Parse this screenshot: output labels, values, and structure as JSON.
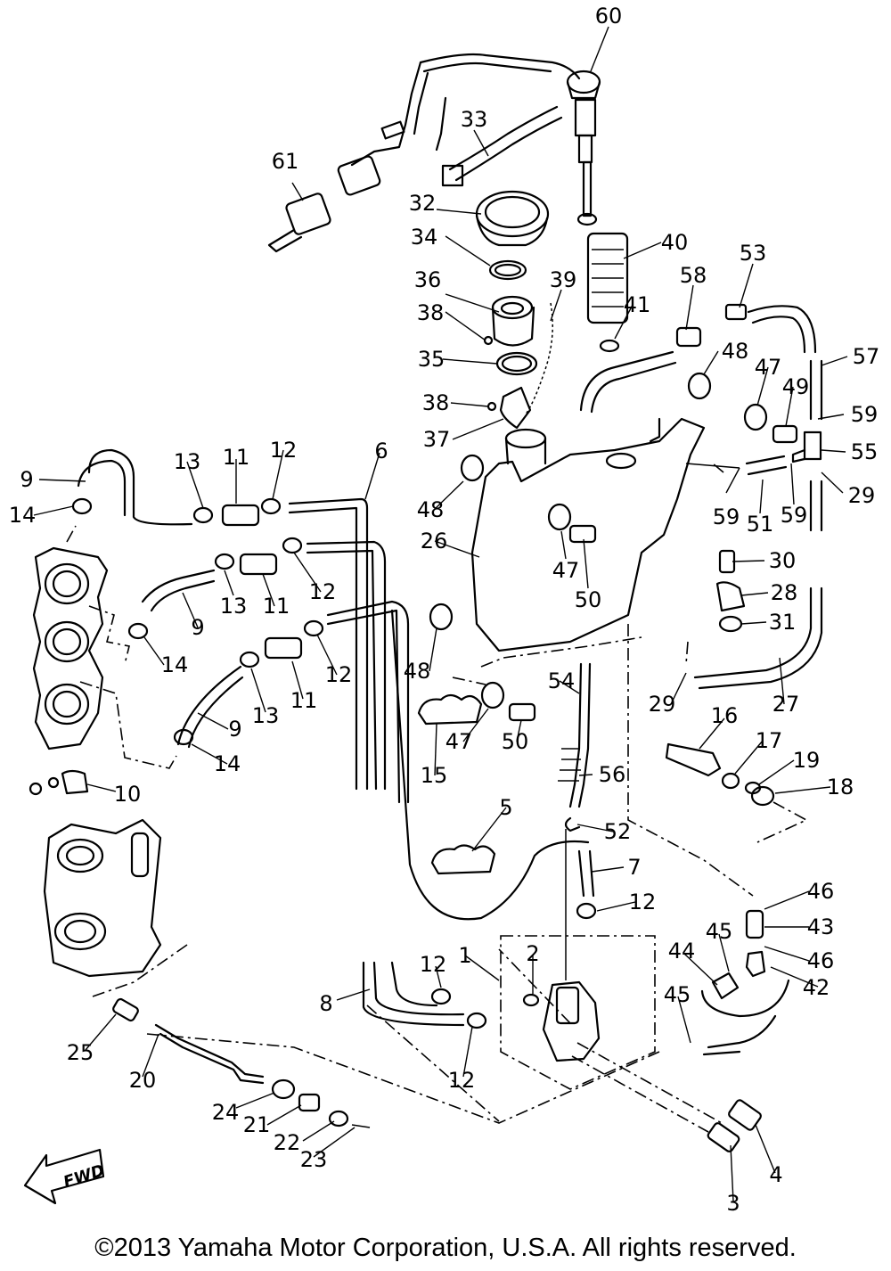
{
  "callouts": [
    {
      "id": "c60",
      "text": "60"
    },
    {
      "id": "c33",
      "text": "33"
    },
    {
      "id": "c61",
      "text": "61"
    },
    {
      "id": "c32",
      "text": "32"
    },
    {
      "id": "c34",
      "text": "34"
    },
    {
      "id": "c40",
      "text": "40"
    },
    {
      "id": "c53",
      "text": "53"
    },
    {
      "id": "c36",
      "text": "36"
    },
    {
      "id": "c39",
      "text": "39"
    },
    {
      "id": "c58",
      "text": "58"
    },
    {
      "id": "c38a",
      "text": "38"
    },
    {
      "id": "c41",
      "text": "41"
    },
    {
      "id": "c35",
      "text": "35"
    },
    {
      "id": "c48a",
      "text": "48"
    },
    {
      "id": "c57",
      "text": "57"
    },
    {
      "id": "c47a",
      "text": "47"
    },
    {
      "id": "c49",
      "text": "49"
    },
    {
      "id": "c38b",
      "text": "38"
    },
    {
      "id": "c59a",
      "text": "59"
    },
    {
      "id": "c37",
      "text": "37"
    },
    {
      "id": "c55",
      "text": "55"
    },
    {
      "id": "c13a",
      "text": "13"
    },
    {
      "id": "c11a",
      "text": "11"
    },
    {
      "id": "c12a",
      "text": "12"
    },
    {
      "id": "c6",
      "text": "6"
    },
    {
      "id": "c9a",
      "text": "9"
    },
    {
      "id": "c29a",
      "text": "29"
    },
    {
      "id": "c14a",
      "text": "14"
    },
    {
      "id": "c59b",
      "text": "59"
    },
    {
      "id": "c51",
      "text": "51"
    },
    {
      "id": "c59c",
      "text": "59"
    },
    {
      "id": "c48b",
      "text": "48"
    },
    {
      "id": "c26",
      "text": "26"
    },
    {
      "id": "c47b",
      "text": "47"
    },
    {
      "id": "c30",
      "text": "30"
    },
    {
      "id": "c28",
      "text": "28"
    },
    {
      "id": "c50a",
      "text": "50"
    },
    {
      "id": "c12b",
      "text": "12"
    },
    {
      "id": "c9b",
      "text": "9"
    },
    {
      "id": "c13b",
      "text": "13"
    },
    {
      "id": "c11b",
      "text": "11"
    },
    {
      "id": "c31",
      "text": "31"
    },
    {
      "id": "c14b",
      "text": "14"
    },
    {
      "id": "c48c",
      "text": "48"
    },
    {
      "id": "c12c",
      "text": "12"
    },
    {
      "id": "c54",
      "text": "54"
    },
    {
      "id": "c29b",
      "text": "29"
    },
    {
      "id": "c27",
      "text": "27"
    },
    {
      "id": "c13c",
      "text": "13"
    },
    {
      "id": "c11c",
      "text": "11"
    },
    {
      "id": "c9c",
      "text": "9"
    },
    {
      "id": "c47c",
      "text": "47"
    },
    {
      "id": "c16",
      "text": "16"
    },
    {
      "id": "c17",
      "text": "17"
    },
    {
      "id": "c19",
      "text": "19"
    },
    {
      "id": "c14c",
      "text": "14"
    },
    {
      "id": "c50b",
      "text": "50"
    },
    {
      "id": "c56",
      "text": "56"
    },
    {
      "id": "c18",
      "text": "18"
    },
    {
      "id": "c15",
      "text": "15"
    },
    {
      "id": "c10",
      "text": "10"
    },
    {
      "id": "c5",
      "text": "5"
    },
    {
      "id": "c52",
      "text": "52"
    },
    {
      "id": "c7",
      "text": "7"
    },
    {
      "id": "c12d",
      "text": "12"
    },
    {
      "id": "c46a",
      "text": "46"
    },
    {
      "id": "c43",
      "text": "43"
    },
    {
      "id": "c1",
      "text": "1"
    },
    {
      "id": "c2",
      "text": "2"
    },
    {
      "id": "c45a",
      "text": "45"
    },
    {
      "id": "c44",
      "text": "44"
    },
    {
      "id": "c46b",
      "text": "46"
    },
    {
      "id": "c12e",
      "text": "12"
    },
    {
      "id": "c42",
      "text": "42"
    },
    {
      "id": "c8",
      "text": "8"
    },
    {
      "id": "c45b",
      "text": "45"
    },
    {
      "id": "c25",
      "text": "25"
    },
    {
      "id": "c12f",
      "text": "12"
    },
    {
      "id": "c20",
      "text": "20"
    },
    {
      "id": "c24",
      "text": "24"
    },
    {
      "id": "c21",
      "text": "21"
    },
    {
      "id": "c22",
      "text": "22"
    },
    {
      "id": "c4",
      "text": "4"
    },
    {
      "id": "c23",
      "text": "23"
    },
    {
      "id": "c3",
      "text": "3"
    }
  ],
  "fwd_label": "FWD",
  "copyright": "©2013 Yamaha Motor Corporation, U.S.A. All rights reserved."
}
